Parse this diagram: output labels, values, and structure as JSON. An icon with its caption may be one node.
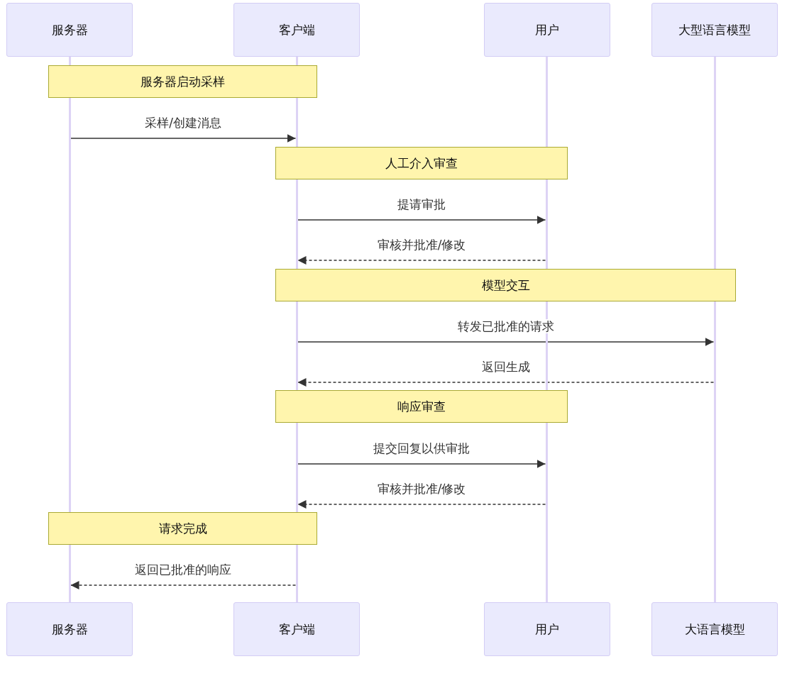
{
  "diagram": {
    "nodes": [
      {
        "text": [
          "服务器"
        ]
      },
      {
        "text": [
          "客户端"
        ]
      },
      {
        "text": [
          "用户"
        ]
      },
      {
        "text": [
          "大型语言模型"
        ]
      },
      {
        "text": [],
        "shape": "bar"
      },
      {
        "text": [],
        "shape": "bar"
      },
      {
        "text": [],
        "shape": "bar"
      },
      {
        "text": [],
        "shape": "bar"
      },
      {
        "text": [
          "服务器启动采样"
        ]
      },
      {
        "text": [
          "人工介入审查"
        ]
      },
      {
        "text": [
          "模型交互"
        ]
      },
      {
        "text": [
          "响应审查"
        ]
      },
      {
        "text": [
          "请求完成"
        ]
      },
      {
        "text": [
          "服务器"
        ]
      },
      {
        "text": [
          "客户端"
        ]
      },
      {
        "text": [
          "用户"
        ]
      },
      {
        "text": [
          "大语言模型"
        ]
      }
    ],
    "edges": [
      {
        "from": 4,
        "to": 5,
        "arrow": "to",
        "label": "采样/创建消息"
      },
      {
        "from": 5,
        "to": 6,
        "arrow": "to",
        "label": "提请审批"
      },
      {
        "from": 6,
        "to": 5,
        "arrow": "to",
        "label": "审核并批准/修改",
        "style": "dashed"
      },
      {
        "from": 5,
        "to": 7,
        "arrow": "to",
        "label": "转发已批准的请求"
      },
      {
        "from": 7,
        "to": 5,
        "arrow": "to",
        "label": "返回生成",
        "style": "dashed"
      },
      {
        "from": 5,
        "to": 6,
        "arrow": "to",
        "label": "提交回复以供审批"
      },
      {
        "from": 6,
        "to": 5,
        "arrow": "to",
        "label": "审核并批准/修改",
        "style": "dashed"
      },
      {
        "from": 5,
        "to": 4,
        "arrow": "to",
        "label": "返回已批准的响应",
        "style": "dashed"
      }
    ]
  }
}
